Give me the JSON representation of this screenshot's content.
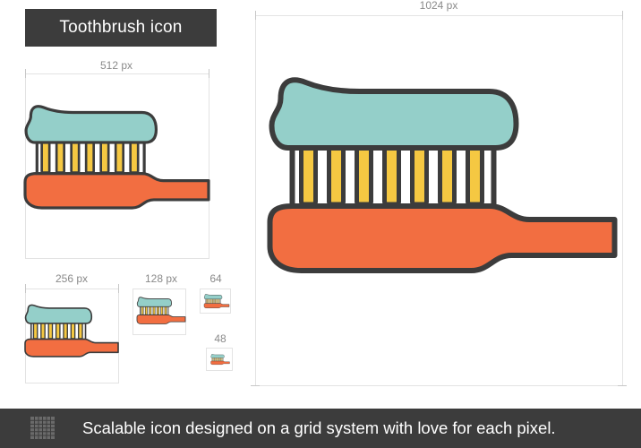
{
  "title": "Toothbrush icon",
  "sizes": {
    "large": "1024 px",
    "medium": "512 px",
    "small": "256 px",
    "xsmall": "128 px",
    "tiny": "64",
    "micro": "48"
  },
  "colors": {
    "paste": "#94cfc9",
    "bristles": "#f5c842",
    "handle": "#f26e41",
    "outline": "#3c3c3c",
    "dark_panel": "#3c3c3c"
  },
  "icon": {
    "name": "toothbrush-icon"
  },
  "footer": {
    "tagline": "Scalable icon designed on a grid system with love for each pixel.",
    "grid_icon": "grid-icon"
  }
}
